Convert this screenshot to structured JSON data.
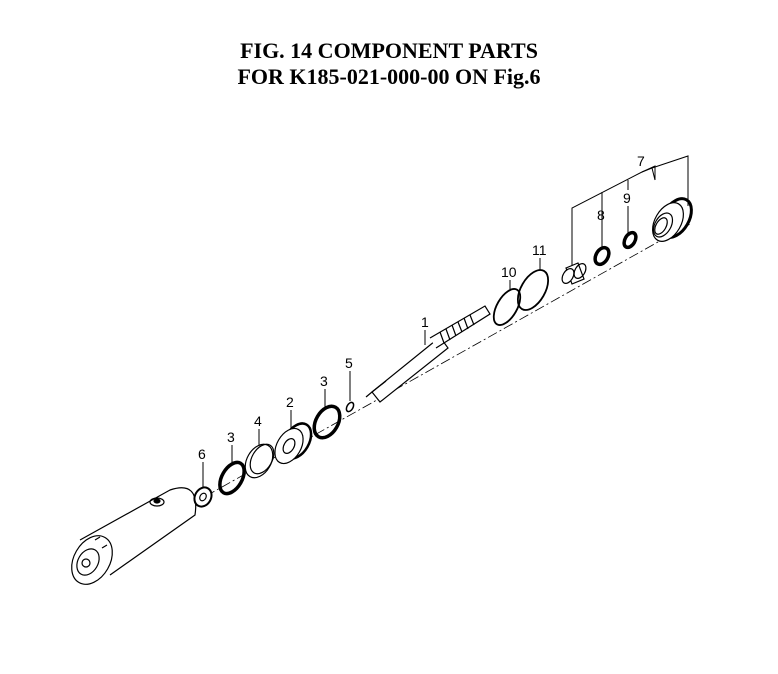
{
  "title": {
    "line1": "FIG. 14  COMPONENT PARTS",
    "line2": "FOR K185-021-000-00  ON Fig.6"
  },
  "callouts": {
    "p1": "1",
    "p2": "2",
    "p3a": "3",
    "p3b": "3",
    "p4": "4",
    "p5": "5",
    "p6": "6",
    "p7": "7",
    "p8": "8",
    "p9": "9",
    "p10": "10",
    "p11": "11"
  }
}
